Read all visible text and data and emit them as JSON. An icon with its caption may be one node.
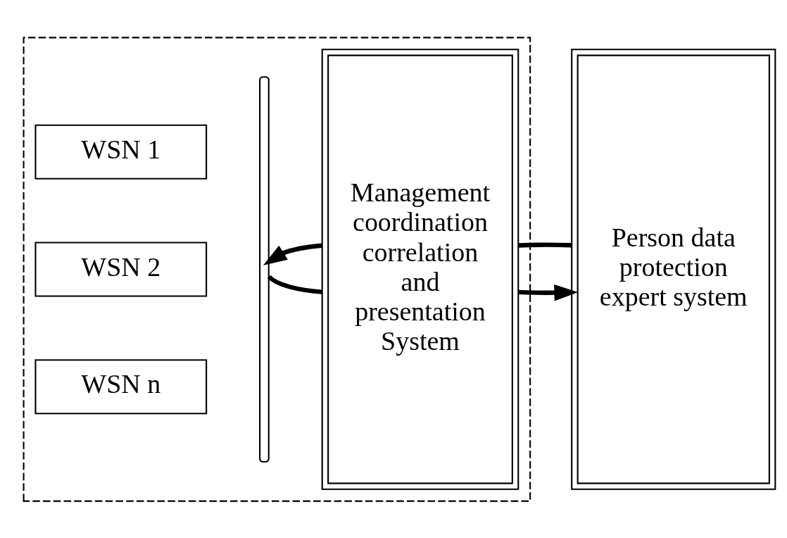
{
  "diagram": {
    "nodes": [
      {
        "text": [],
        "shape": "box"
      },
      {
        "text": [
          "WSN 1"
        ],
        "in": 0
      },
      {
        "text": [
          "WSN 2"
        ],
        "in": 0
      },
      {
        "text": [
          "WSN n"
        ],
        "in": 0
      },
      {
        "text": [],
        "shape": "brace",
        "in": 0
      },
      {
        "text": [
          "Management coordination correlation and presentation System"
        ],
        "in": 0
      },
      {
        "text": [
          "Person data protection expert system"
        ]
      }
    ],
    "edges": [
      {
        "from": 4,
        "to": 5,
        "arrow": "none"
      },
      {
        "from": 5,
        "to": 6,
        "arrow": "to"
      },
      {
        "from": 6,
        "to": 5,
        "arrow": "none"
      },
      {
        "from": 5,
        "to": 4,
        "arrow": "to"
      }
    ]
  }
}
